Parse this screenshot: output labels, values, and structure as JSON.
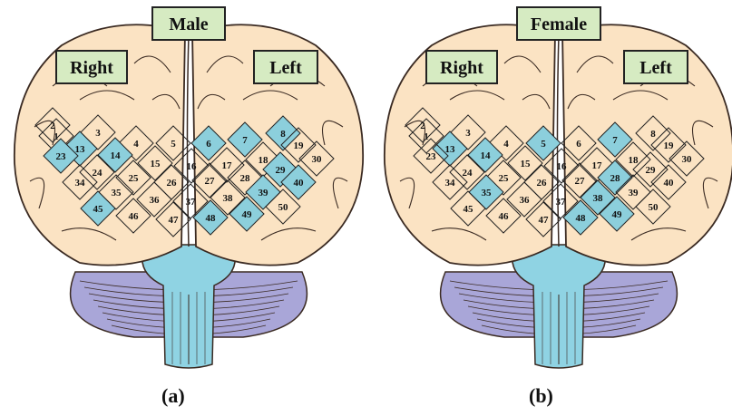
{
  "panels": [
    {
      "caption": "(a)",
      "title": "Male",
      "right_label": "Right",
      "left_label": "Left",
      "highlighted": [
        "6",
        "7",
        "8",
        "13",
        "14",
        "23",
        "29",
        "39",
        "40",
        "45",
        "48",
        "49"
      ],
      "electrodes": [
        "1",
        "2",
        "3",
        "4",
        "5",
        "6",
        "7",
        "8",
        "13",
        "14",
        "15",
        "16",
        "17",
        "18",
        "19",
        "23",
        "24",
        "25",
        "26",
        "27",
        "28",
        "29",
        "30",
        "34",
        "35",
        "36",
        "37",
        "38",
        "39",
        "40",
        "45",
        "46",
        "47",
        "48",
        "49",
        "50"
      ]
    },
    {
      "caption": "(b)",
      "title": "Female",
      "right_label": "Right",
      "left_label": "Left",
      "highlighted": [
        "5",
        "7",
        "13",
        "14",
        "28",
        "35",
        "38",
        "48",
        "49"
      ],
      "electrodes": [
        "1",
        "2",
        "3",
        "4",
        "5",
        "6",
        "7",
        "8",
        "13",
        "14",
        "15",
        "16",
        "17",
        "18",
        "19",
        "23",
        "24",
        "25",
        "26",
        "27",
        "28",
        "29",
        "30",
        "34",
        "35",
        "36",
        "37",
        "38",
        "39",
        "40",
        "45",
        "46",
        "47",
        "48",
        "49",
        "50"
      ]
    }
  ],
  "colors": {
    "highlight": "#8ccfdc",
    "brain": "#fbe3c3",
    "brain_outline": "#3a2a22",
    "cerebellum": "#a9a6d8",
    "brainstem": "#8fd3e3",
    "label_box": "#d6ebc2",
    "label_border": "#222222"
  }
}
